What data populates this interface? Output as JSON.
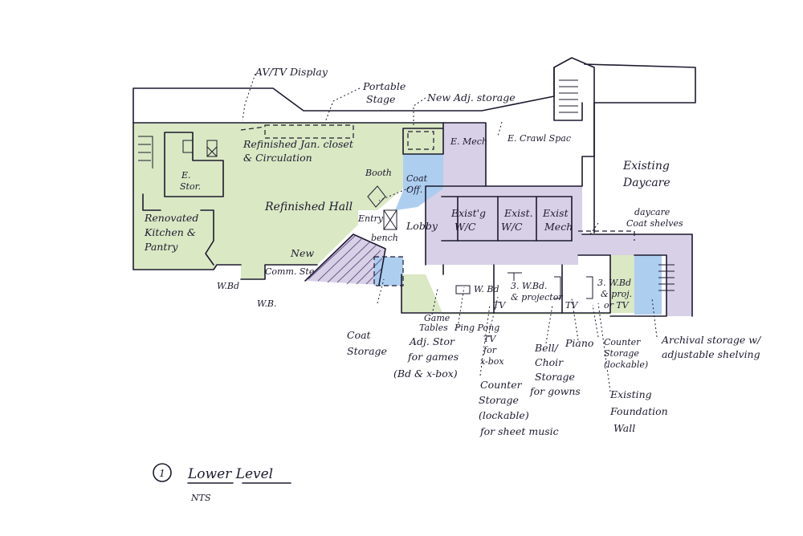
{
  "diagram": {
    "colors": {
      "renovated_area": "#d8e7c1",
      "existing_area": "#d6cde6",
      "storage_area": "#a9cbee",
      "ink": "#1d1a2e"
    },
    "labels": {
      "av_tv_display": "AV/TV Display",
      "portable_stage_1": "Portable",
      "portable_stage_2": "Stage",
      "new_adj_storage": "New Adj. storage",
      "e_mech": "E. Mech",
      "e_crawl_space": "E. Crawl Spac",
      "refinished_jan_closet_1": "Refinished Jan. closet",
      "refinished_jan_closet_2": "& Circulation",
      "booth": "Booth",
      "coat_off_1": "Coat",
      "coat_off_2": "Off.",
      "e_stor_1": "E.",
      "e_stor_2": "Stor.",
      "refinished_hall": "Refinished Hall",
      "existing_daycare_1": "Existing",
      "existing_daycare_2": "Daycare",
      "entry": "Entry",
      "lobby": "Lobby",
      "bench": "bench",
      "existg_wc_1": "Exist'g",
      "existg_wc_2": "W/C",
      "exist_wc_1": "Exist.",
      "exist_wc_2": "W/C",
      "exist_mech_1": "Exist",
      "exist_mech_2": "Mech",
      "daycare_coat_1": "daycare",
      "daycare_coat_2": "Coat shelves",
      "renovated_kitchen_1": "Renovated",
      "renovated_kitchen_2": "Kitchen &",
      "renovated_kitchen_3": "Pantry",
      "new_comm_1": "New",
      "new_comm_2": "Comm. Ste",
      "wbd_1": "W.Bd",
      "wbd_2": "W.B.",
      "wbd_small": "W. Bd",
      "three_wbd_1": "3. W.Bd.",
      "three_wbd_2": "& projector",
      "three_wbd_3": "3. W.Bd",
      "three_wbd_4": "& proj.",
      "three_wbd_5": "or TV",
      "tv_a": "TV",
      "tv_b": "TV",
      "coat_storage_1": "Coat",
      "coat_storage_2": "Storage",
      "game_tables_1": "Game",
      "game_tables_2": "Tables",
      "ping_pong": "Ping Pong",
      "adj_stor_1": "Adj. Stor",
      "adj_stor_2": "for games",
      "adj_stor_3": "(Bd & x-box)",
      "tv_xbox_1": "TV",
      "tv_xbox_2": "for",
      "tv_xbox_3": "x-box",
      "bell_choir_1": "Bell/",
      "bell_choir_2": "Choir",
      "bell_choir_3": "Storage",
      "bell_choir_4": "for gowns",
      "piano": "Piano",
      "counter_storage_r_1": "Counter",
      "counter_storage_r_2": "Storage",
      "counter_storage_r_3": "(lockable)",
      "counter_storage_m_1": "Counter",
      "counter_storage_m_2": "Storage",
      "counter_storage_m_3": "(lockable)",
      "counter_storage_m_4": "for sheet music",
      "archival_1": "Archival storage w/",
      "archival_2": "adjustable shelving",
      "existing_foundation_1": "Existing",
      "existing_foundation_2": "Foundation",
      "existing_foundation_3": "Wall"
    },
    "title_block": {
      "number": "1",
      "title": "Lower Level",
      "scale": "NTS"
    }
  }
}
